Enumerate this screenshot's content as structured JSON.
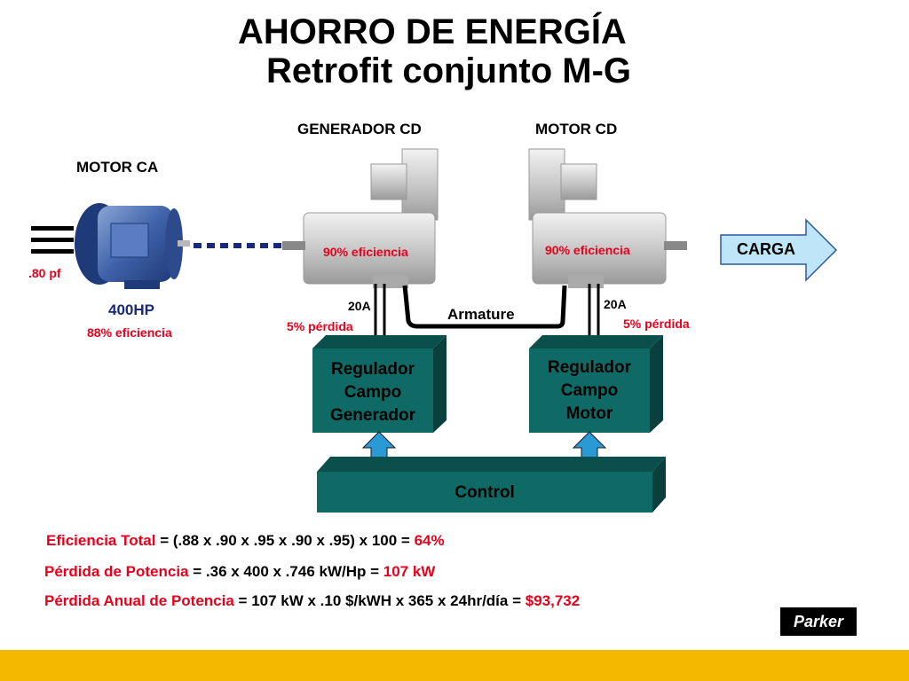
{
  "title": {
    "line1": "AHORRO DE ENERGÍA",
    "line2": "Retrofit conjunto M-G"
  },
  "motor_ca": {
    "label": "MOTOR CA",
    "pf": ".80 pf",
    "hp": "400HP",
    "efficiency": "88% eficiencia"
  },
  "generator": {
    "label": "GENERADOR CD",
    "efficiency": "90% eficiencia",
    "current": "20A",
    "loss": "5% pérdida"
  },
  "motor_cd": {
    "label": "MOTOR CD",
    "efficiency": "90% eficiencia",
    "current": "20A",
    "loss": "5% pérdida"
  },
  "armature": "Armature",
  "load": "CARGA",
  "regulator_gen": [
    "Regulador",
    "Campo",
    "Generador"
  ],
  "regulator_motor": [
    "Regulador",
    "Campo",
    "Motor"
  ],
  "control": "Control",
  "formulas": {
    "eff_label": "Eficiencia Total",
    "eff_expr": "=  (.88 x .90 x .95 x .90 x .95) x 100 =",
    "eff_result": "64%",
    "loss_label": "Pérdida de Potencia",
    "loss_expr": "=  .36 x 400 x .746 kW/Hp  =",
    "loss_result": "107 kW",
    "annual_label": "Pérdida Anual de Potencia",
    "annual_expr": "=  107 kW x  .10 $/kWH x 365 x 24hr/día =",
    "annual_result": "$93,732"
  },
  "brand": "Parker",
  "colors": {
    "box_fill": "#0f6a66",
    "box_dark": "#0a4f4c",
    "arrow_blue": "#2a9ad6",
    "accent_red": "#e8001c",
    "footer": "#f5b800"
  }
}
